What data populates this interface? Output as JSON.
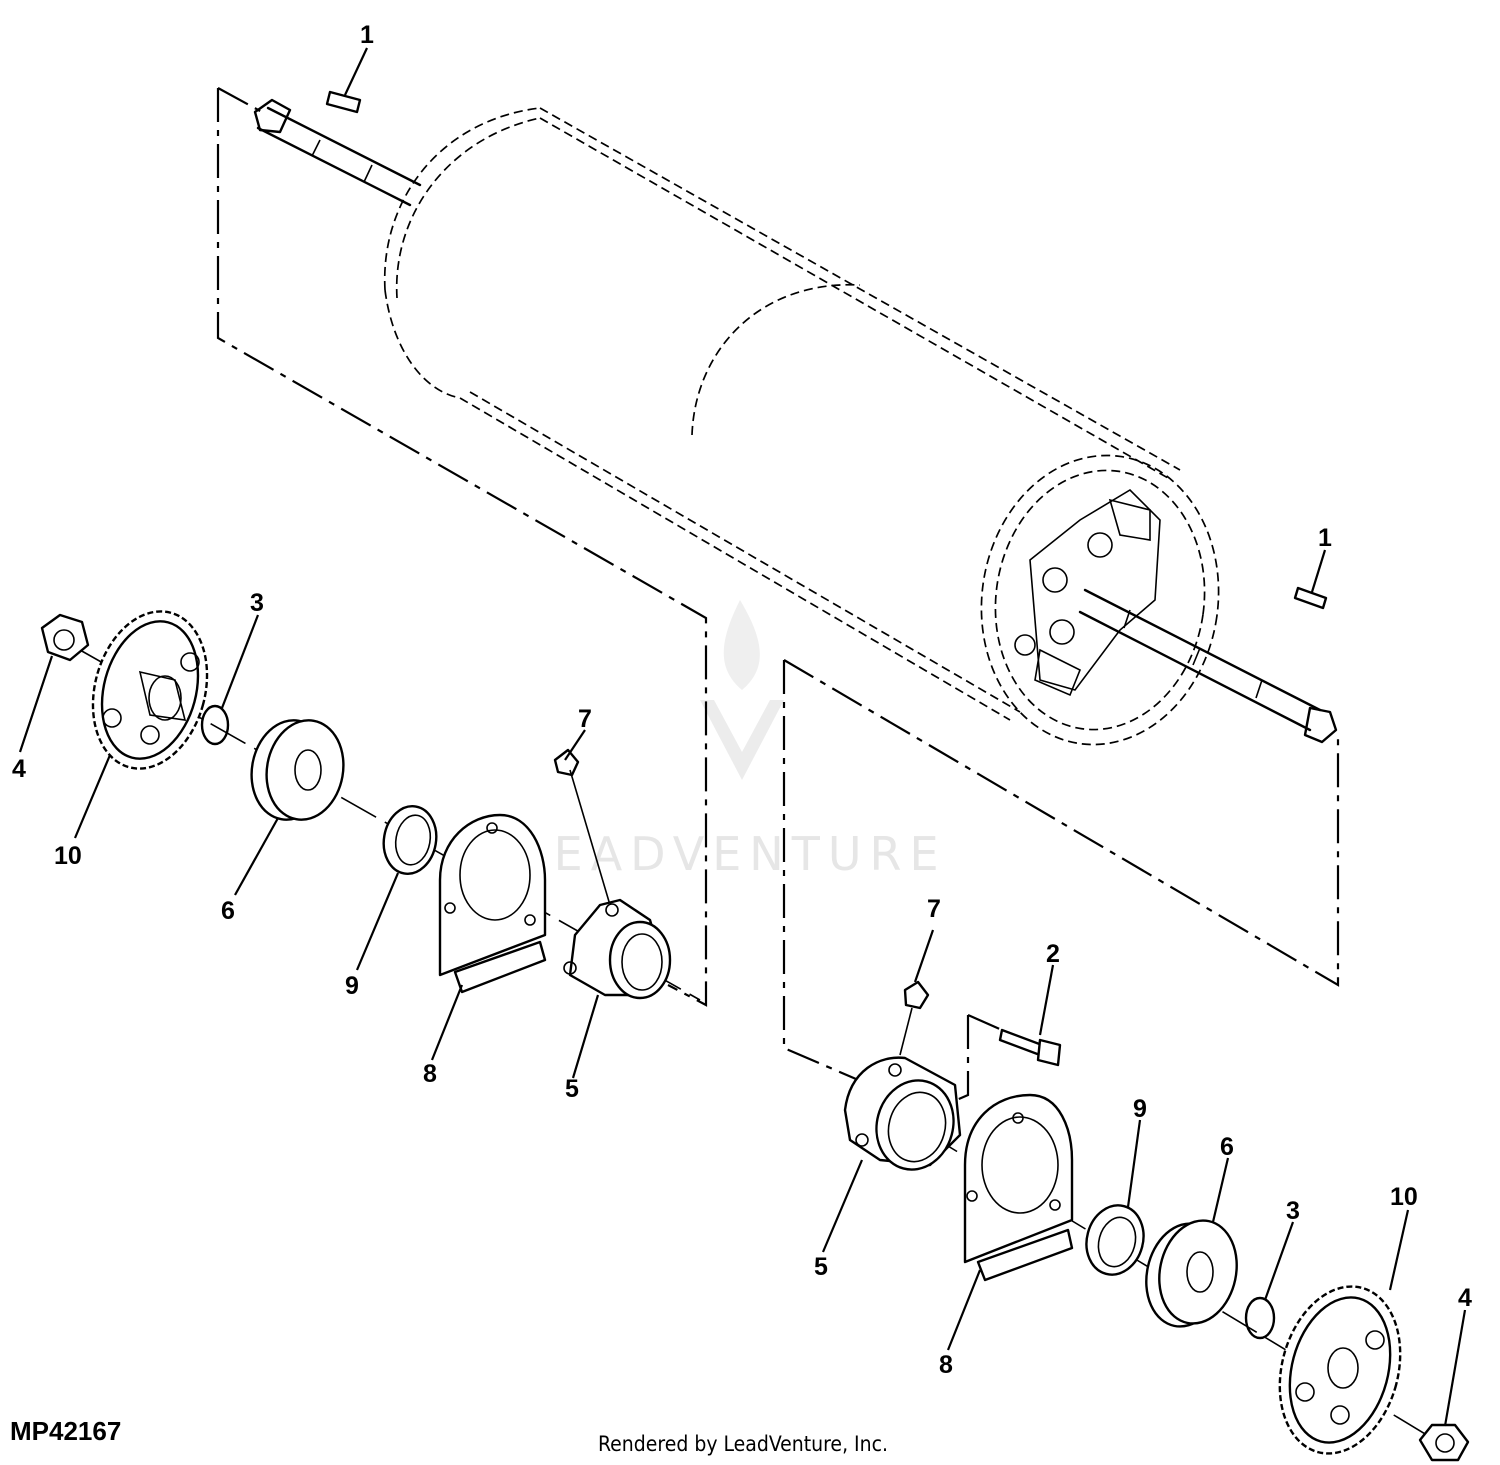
{
  "figure_id": "MP42167",
  "credit": "Rendered by LeadVenture, Inc.",
  "watermark": "LEADVENTURE",
  "callouts": [
    {
      "id": "callout-1-top",
      "text": "1"
    },
    {
      "id": "callout-1-right",
      "text": "1"
    },
    {
      "id": "callout-3-left",
      "text": "3"
    },
    {
      "id": "callout-4-left",
      "text": "4"
    },
    {
      "id": "callout-10-left",
      "text": "10"
    },
    {
      "id": "callout-6-left",
      "text": "6"
    },
    {
      "id": "callout-9-left",
      "text": "9"
    },
    {
      "id": "callout-7-left",
      "text": "7"
    },
    {
      "id": "callout-8-left",
      "text": "8"
    },
    {
      "id": "callout-5-left",
      "text": "5"
    },
    {
      "id": "callout-7-right",
      "text": "7"
    },
    {
      "id": "callout-2-right",
      "text": "2"
    },
    {
      "id": "callout-9-right",
      "text": "9"
    },
    {
      "id": "callout-6-right",
      "text": "6"
    },
    {
      "id": "callout-10-right",
      "text": "10"
    },
    {
      "id": "callout-3-right",
      "text": "3"
    },
    {
      "id": "callout-5-right",
      "text": "5"
    },
    {
      "id": "callout-8-right",
      "text": "8"
    },
    {
      "id": "callout-4-right",
      "text": "4"
    }
  ]
}
